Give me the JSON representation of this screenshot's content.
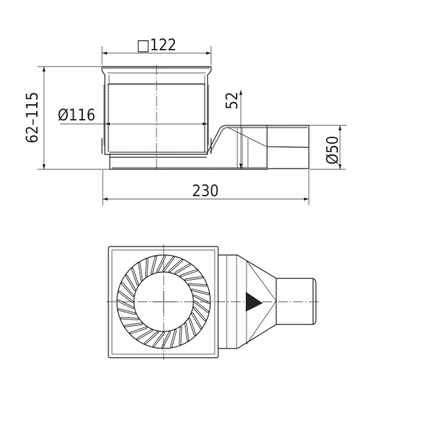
{
  "dimensions": {
    "top_width": "□122",
    "height_range": "62–115",
    "inner_diameter": "Ø116",
    "outlet_height": "52",
    "total_length": "230",
    "outlet_diameter": "Ø50"
  },
  "colors": {
    "line": "#222222",
    "background": "#ffffff"
  }
}
